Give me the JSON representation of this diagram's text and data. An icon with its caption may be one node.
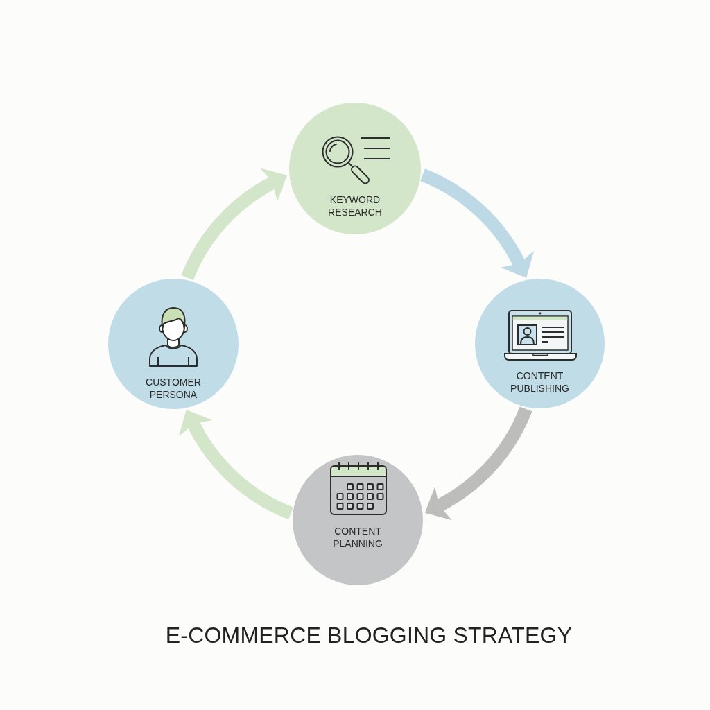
{
  "diagram": {
    "title": "E-COMMERCE BLOGGING STRATEGY",
    "nodes": [
      {
        "text": [
          "KEYWORD RESEARCH"
        ]
      },
      {
        "text": [
          "CONTENT PUBLISHING"
        ]
      },
      {
        "text": [
          "CONTENT PLANNING"
        ]
      },
      {
        "text": [
          "CUSTOMER PERSONA"
        ]
      }
    ],
    "edges": [
      {
        "from": 0,
        "to": 1,
        "arrow": "to",
        "color": "#bcd9e5"
      },
      {
        "from": 1,
        "to": 2,
        "arrow": "to",
        "color": "#bdbebc"
      },
      {
        "from": 2,
        "to": 3,
        "arrow": "to"
      },
      {
        "from": 3,
        "to": 0,
        "arrow": "to"
      }
    ]
  }
}
